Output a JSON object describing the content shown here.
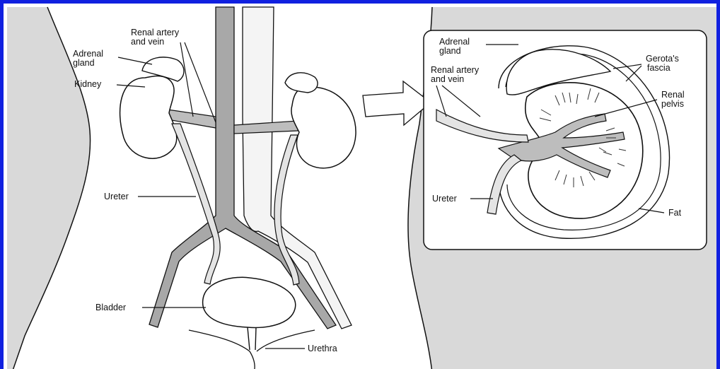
{
  "labels": {
    "renal_artery_vein_1": "Renal artery",
    "renal_artery_vein_2": "and vein",
    "adrenal_gland_1": "Adrenal",
    "adrenal_gland_2": "gland",
    "kidney": "Kidney",
    "ureter": "Ureter",
    "bladder": "Bladder",
    "urethra": "Urethra"
  },
  "inset_labels": {
    "adrenal_gland_1": "Adrenal",
    "adrenal_gland_2": "gland",
    "renal_artery_vein_1": "Renal artery",
    "renal_artery_vein_2": "and vein",
    "gerotas_fascia_1": "Gerota's",
    "gerotas_fascia_2": "fascia",
    "renal_pelvis_1": "Renal",
    "renal_pelvis_2": "pelvis",
    "ureter": "Ureter",
    "fat": "Fat"
  },
  "colors": {
    "frame": "#1020e0",
    "background_gray": "#d9d9d9",
    "vessel_gray": "#a8a8a8",
    "ureter_light": "#e4e4e4"
  }
}
